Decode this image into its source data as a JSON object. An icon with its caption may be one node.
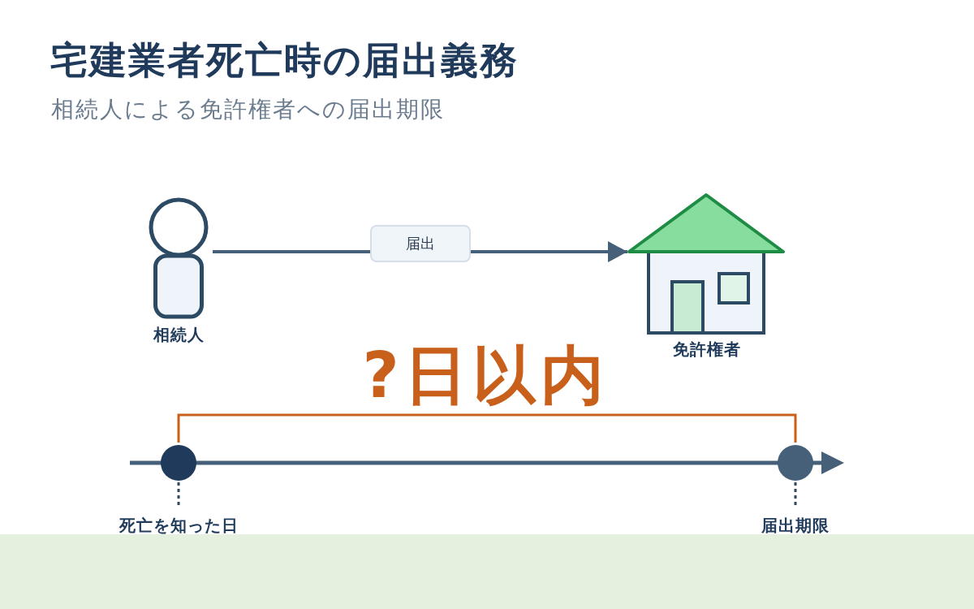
{
  "diagram": {
    "title": "宅建業者死亡時の届出義務",
    "nodes": [
      {
        "text": [
          "相続人"
        ]
      },
      {
        "text": [
          "免許権者"
        ]
      }
    ],
    "edges": [
      {
        "from": 0,
        "to": 1,
        "label": "届出",
        "arrow": "to"
      }
    ],
    "labels": [
      "相続人による免許権者への届出期限",
      "?日以内",
      "死亡を知った日",
      "届出期限"
    ]
  }
}
